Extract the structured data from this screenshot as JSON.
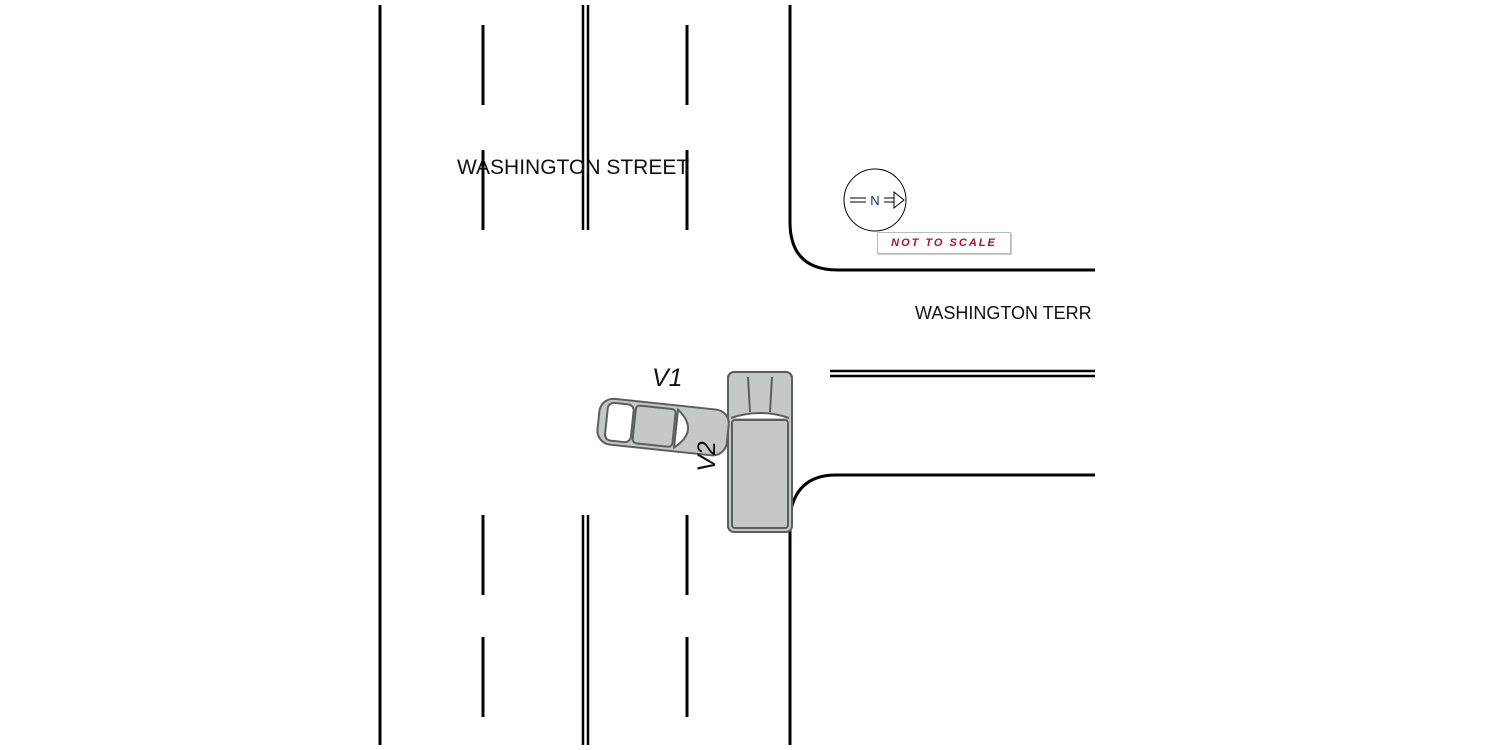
{
  "labels": {
    "main_street": "WASHINGTON STREET",
    "side_street": "WASHINGTON TERR",
    "vehicle_1": "V1",
    "vehicle_2": "V2",
    "north_arrow": "N",
    "scale_note": "NOT TO SCALE"
  },
  "colors": {
    "vehicle_fill": "#c4c9c8",
    "vehicle_outline": "#5a5e5e",
    "scale_note": "#b0102a"
  }
}
